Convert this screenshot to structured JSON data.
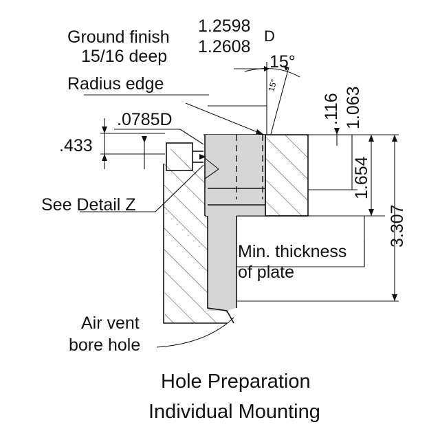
{
  "labels": {
    "ground_finish_line1": "Ground finish",
    "ground_finish_line2": "15/16 deep",
    "bore_tol_upper": "1.2598",
    "bore_tol_lower": "1.2608",
    "bore_tol_suffix": "D",
    "angle": "15°",
    "angle_small": "15°",
    "radius_edge": "Radius edge",
    "radius_value": ".0785D",
    "dim_433": ".433",
    "see_detail": "See Detail Z",
    "dim_116": ".116",
    "dim_1063": "1.063",
    "dim_1654": "1.654",
    "dim_3307": "3.307",
    "min_thickness_line1": "Min. thickness",
    "min_thickness_line2": "of plate",
    "air_vent_line1": "Air vent",
    "air_vent_line2": "bore hole"
  },
  "caption": {
    "line1": "Hole Preparation",
    "line2": "Individual Mounting"
  },
  "colors": {
    "ink": "#111111",
    "fill_grey": "#d6d6d6",
    "hatch": "#555555",
    "background": "#ffffff"
  }
}
